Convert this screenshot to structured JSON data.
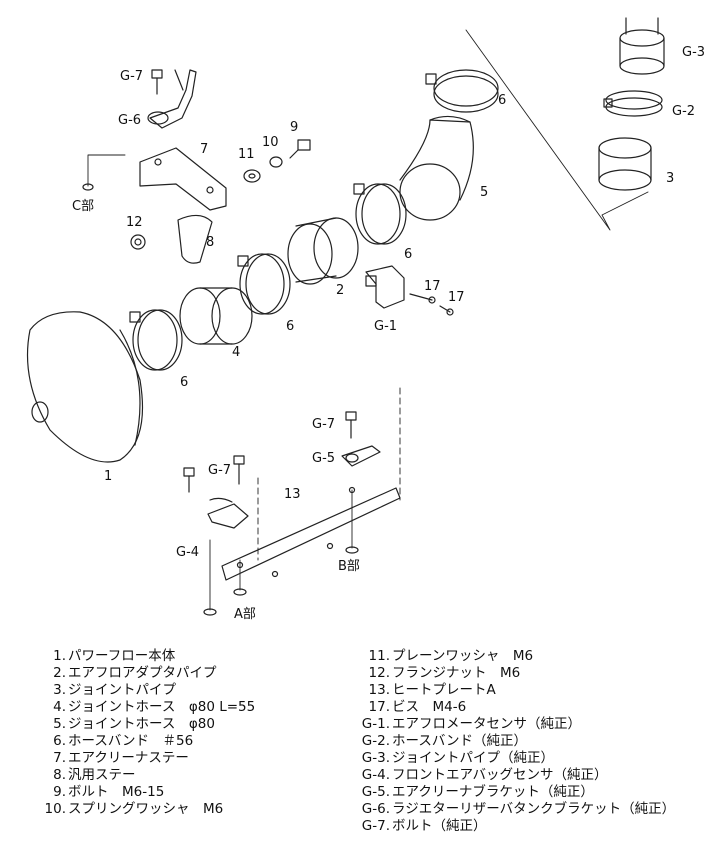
{
  "diagram": {
    "labels": {
      "l1": "1",
      "l2": "2",
      "l3": "3",
      "l4": "4",
      "l5": "5",
      "l6a": "6",
      "l6b": "6",
      "l6c": "6",
      "l6d": "6",
      "l7": "7",
      "l8": "8",
      "l9": "9",
      "l10": "10",
      "l11": "11",
      "l12": "12",
      "l13": "13",
      "l17a": "17",
      "l17b": "17",
      "g1": "G-1",
      "g2": "G-2",
      "g3": "G-3",
      "g4": "G-4",
      "g5": "G-5",
      "g6": "G-6",
      "g7a": "G-7",
      "g7b": "G-7",
      "g7c": "G-7",
      "a": "A部",
      "b": "B部",
      "c": "C部"
    }
  },
  "parts_left": [
    {
      "num": "1.",
      "name": "パワーフロー本体"
    },
    {
      "num": "2.",
      "name": "エアフロアダプタパイプ"
    },
    {
      "num": "3.",
      "name": "ジョイントパイプ"
    },
    {
      "num": "4.",
      "name": "ジョイントホース　φ80 L=55"
    },
    {
      "num": "5.",
      "name": "ジョイントホース　φ80"
    },
    {
      "num": "6.",
      "name": "ホースバンド　＃56"
    },
    {
      "num": "7.",
      "name": "エアクリーナステー"
    },
    {
      "num": "8.",
      "name": "汎用ステー"
    },
    {
      "num": "9.",
      "name": "ボルト　M6-15"
    },
    {
      "num": "10.",
      "name": "スプリングワッシャ　M6"
    }
  ],
  "parts_right": [
    {
      "num": "11.",
      "name": "プレーンワッシャ　M6"
    },
    {
      "num": "12.",
      "name": "フランジナット　M6"
    },
    {
      "num": "13.",
      "name": "ヒートプレートA"
    },
    {
      "num": "17.",
      "name": "ビス　M4-6"
    },
    {
      "num": "G-1.",
      "name": "エアフロメータセンサ（純正）"
    },
    {
      "num": "G-2.",
      "name": "ホースバンド（純正）"
    },
    {
      "num": "G-3.",
      "name": "ジョイントパイプ（純正）"
    },
    {
      "num": "G-4.",
      "name": "フロントエアバッグセンサ（純正）"
    },
    {
      "num": "G-5.",
      "name": "エアクリーナブラケット（純正）"
    },
    {
      "num": "G-6.",
      "name": "ラジエターリザーバタンクブラケット（純正）"
    },
    {
      "num": "G-7.",
      "name": "ボルト（純正）"
    }
  ]
}
